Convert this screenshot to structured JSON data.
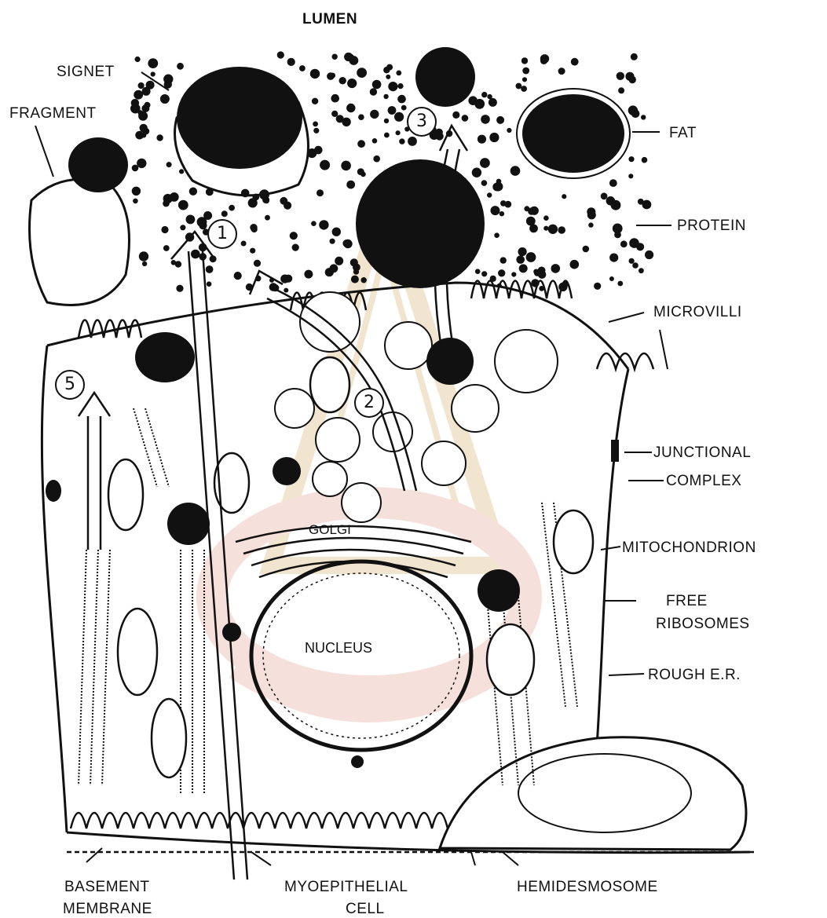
{
  "labels": {
    "lumen": "LUMEN",
    "signet": "SIGNET",
    "fragment": "FRAGMENT",
    "fat": "FAT",
    "protein": "PROTEIN",
    "microvilli": "MICROVILLI",
    "junctional": "JUNCTIONAL",
    "complex": "COMPLEX",
    "mitochondrion": "MITOCHONDRION",
    "free": "FREE",
    "ribosomes": "RIBOSOMES",
    "rough_er": "ROUGH E.R.",
    "basement": "BASEMENT",
    "membrane": "MEMBRANE",
    "myoepithelial": "MYOEPITHELIAL",
    "cell": "CELL",
    "hemidesmosome": "HEMIDESMOSOME",
    "golgi": "GOLGI",
    "nucleus": "NUCLEUS"
  },
  "pathway_numbers": [
    "1",
    "2",
    "3",
    "5"
  ],
  "colors": {
    "ink": "#111111",
    "watermark_gold": "#d9b778",
    "watermark_red": "#e8a89a"
  }
}
